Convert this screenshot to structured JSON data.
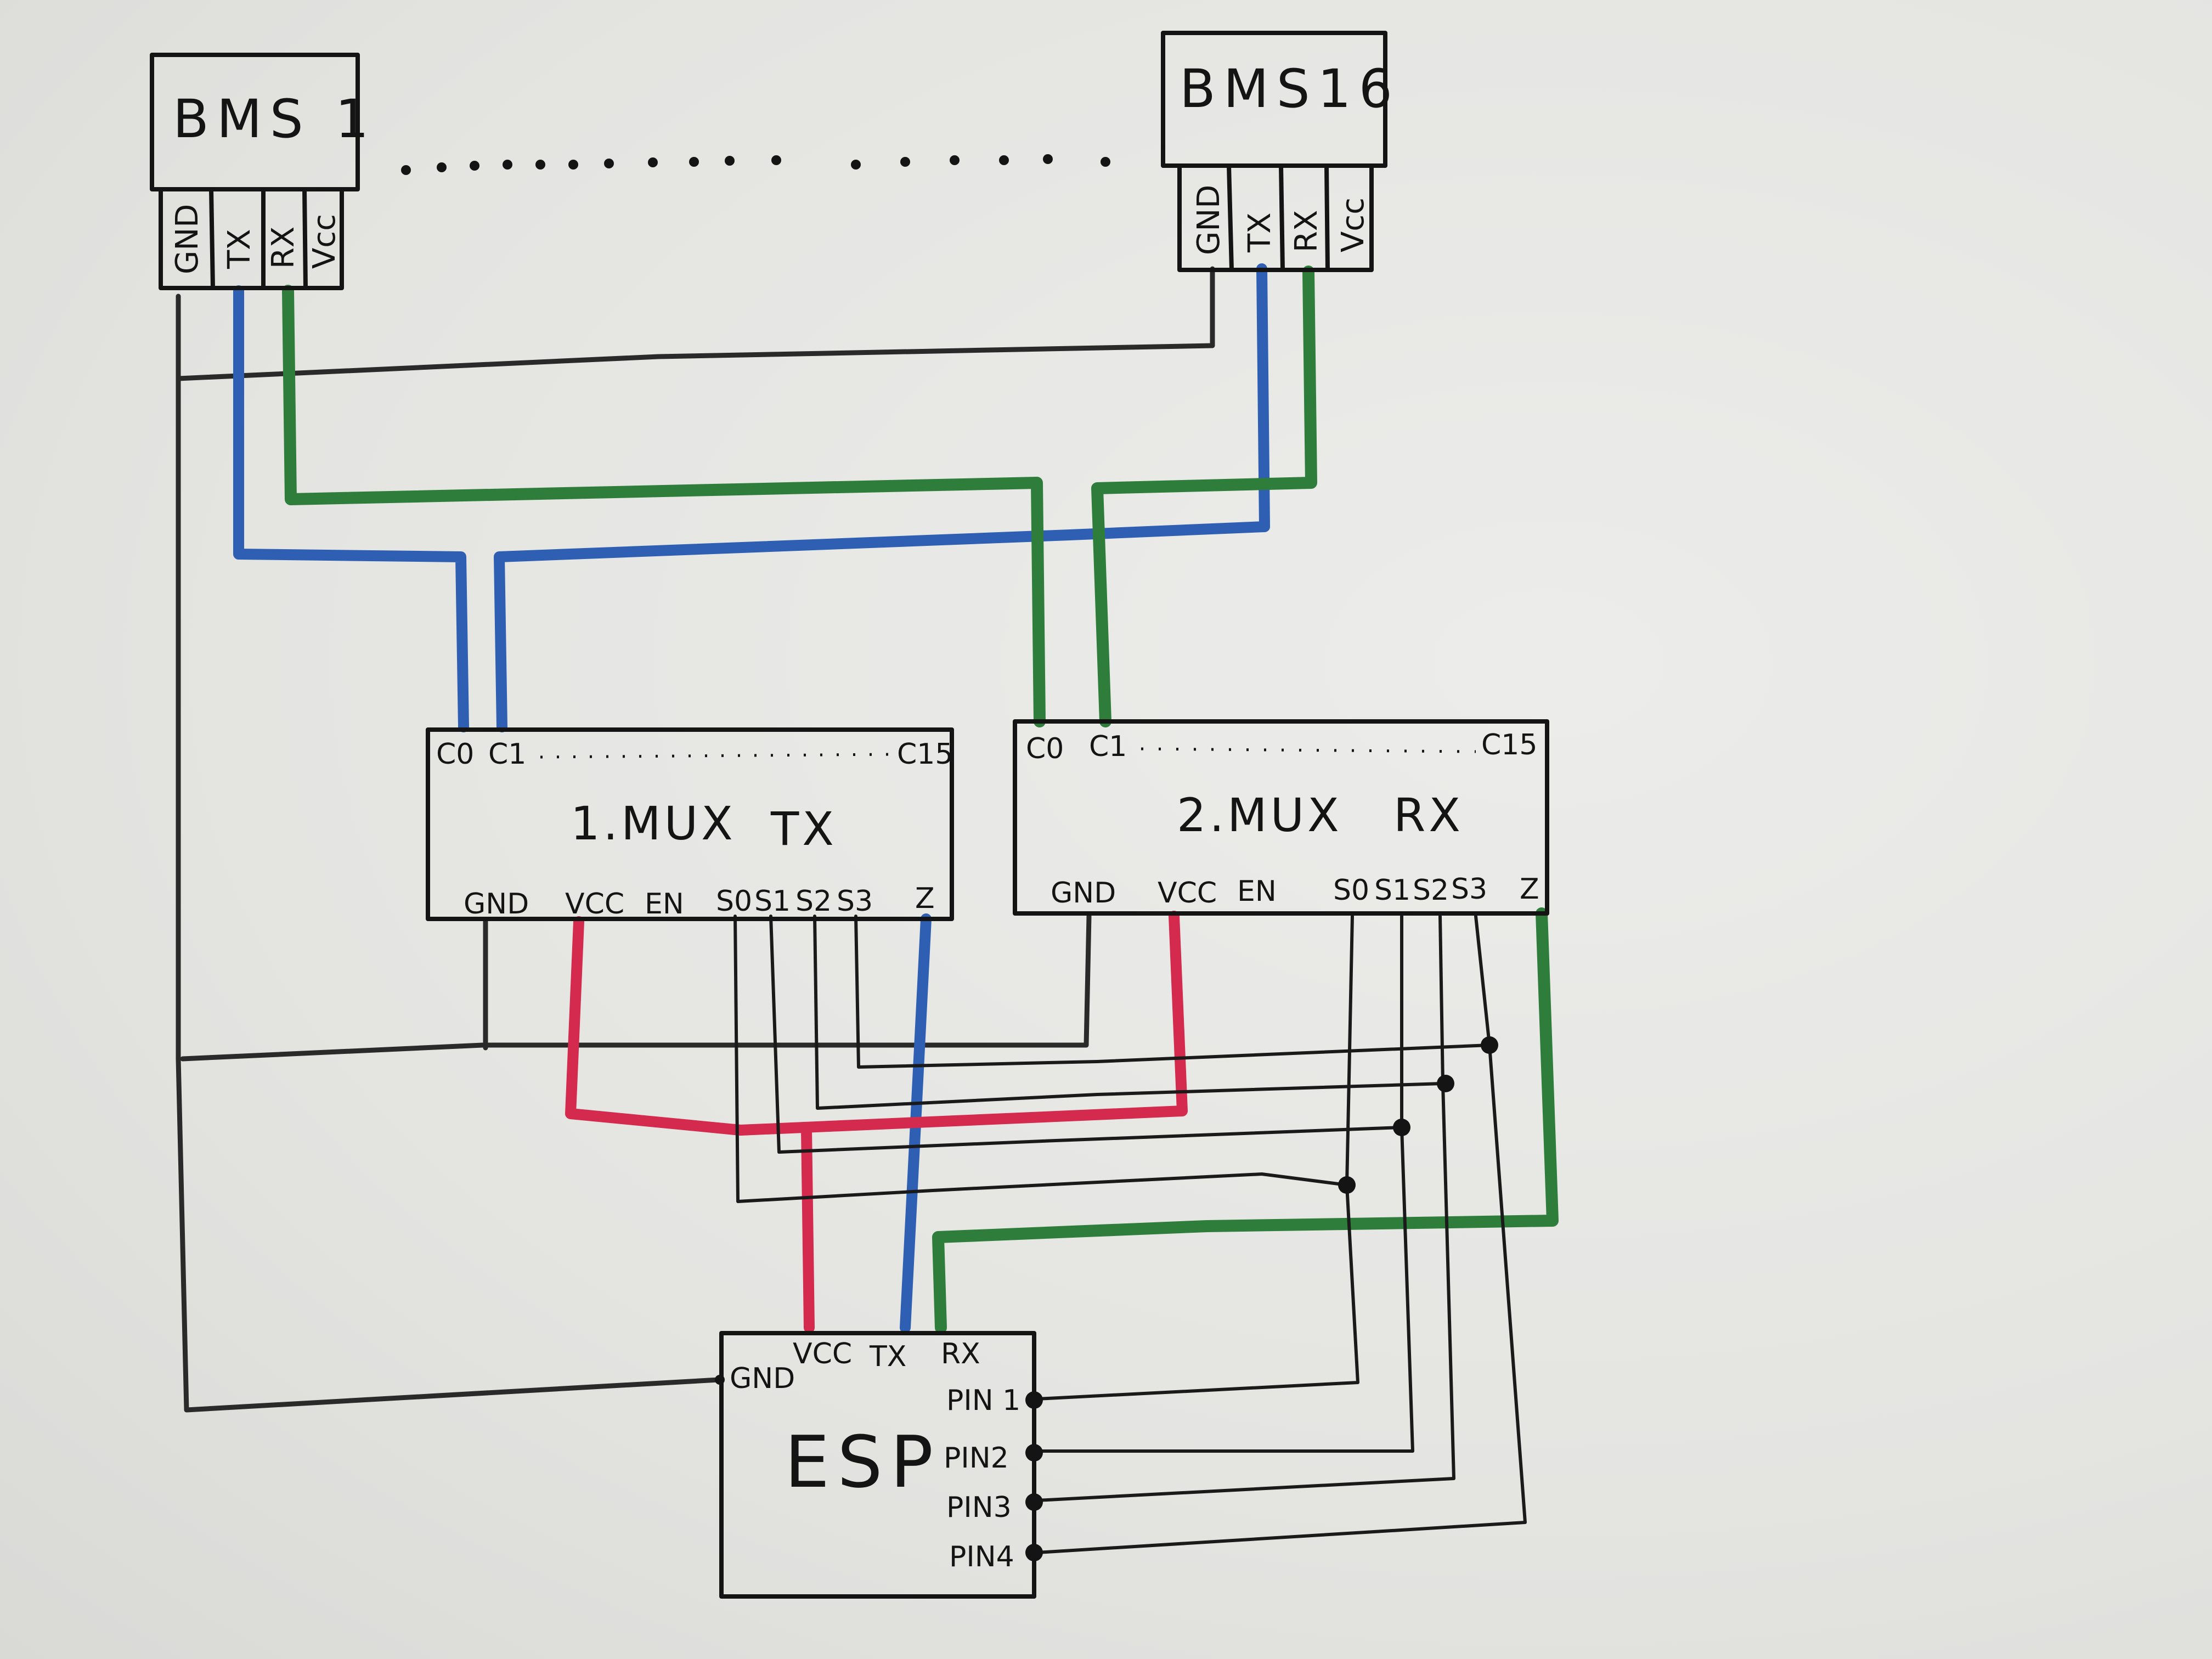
{
  "diagram": {
    "title": "BMS to ESP via two 16-channel multiplexers (hand-drawn wiring sketch)",
    "ellipsis_between_bms": "BMS 2 … BMS 15 (dotted)",
    "colors": {
      "ground": "#1a1a1a",
      "tx": "#2f5fb3",
      "rx": "#2e7d3a",
      "vcc": "#d42a4e",
      "select": "#1a1a1a"
    }
  },
  "bms1": {
    "label": "BMS 1",
    "pins": [
      "GND",
      "TX",
      "RX",
      "Vcc"
    ]
  },
  "bms16": {
    "label": "BMS16",
    "pins": [
      "GND",
      "TX",
      "RX",
      "Vcc"
    ]
  },
  "mux1": {
    "label": "1.MUX",
    "role": "TX",
    "top_pins": {
      "c0": "C0",
      "c1": "C1",
      "c15": "C15"
    },
    "bottom_pins": [
      "GND",
      "VCC",
      "EN",
      "S0",
      "S1",
      "S2",
      "S3",
      "Z"
    ]
  },
  "mux2": {
    "label": "2.MUX",
    "role": "RX",
    "top_pins": {
      "c0": "C0",
      "c1": "C1",
      "c15": "C15"
    },
    "bottom_pins": [
      "GND",
      "VCC",
      "EN",
      "S0",
      "S1",
      "S2",
      "S3",
      "Z"
    ]
  },
  "esp": {
    "label": "ESP",
    "top_pins": [
      "GND",
      "VCC",
      "TX",
      "RX"
    ],
    "right_pins": [
      "PIN 1",
      "PIN2",
      "PIN3",
      "PIN4"
    ]
  },
  "connections": [
    {
      "from": "BMS1.TX",
      "to": "MUX1.C0",
      "color": "blue"
    },
    {
      "from": "BMS16.TX",
      "to": "MUX1.C1",
      "color": "blue"
    },
    {
      "from": "BMS1.RX",
      "to": "MUX2.C0",
      "color": "green"
    },
    {
      "from": "BMS16.RX",
      "to": "MUX2.C1",
      "color": "green"
    },
    {
      "from": "BMS1.GND",
      "to": "BMS16.GND",
      "color": "black"
    },
    {
      "from": "BMS1.GND",
      "to": "ESP.GND",
      "color": "black"
    },
    {
      "from": "MUX1.GND",
      "to": "GND bus",
      "color": "black"
    },
    {
      "from": "MUX2.GND",
      "to": "GND bus",
      "color": "black"
    },
    {
      "from": "MUX1.VCC",
      "to": "ESP.VCC",
      "color": "red"
    },
    {
      "from": "MUX2.VCC",
      "to": "ESP.VCC",
      "color": "red"
    },
    {
      "from": "MUX1.Z",
      "to": "ESP.TX",
      "color": "blue"
    },
    {
      "from": "MUX2.Z",
      "to": "ESP.RX",
      "color": "green"
    },
    {
      "from": "MUX1.S0 + MUX2.S0",
      "to": "ESP.PIN 1",
      "color": "black"
    },
    {
      "from": "MUX1.S1 + MUX2.S1",
      "to": "ESP.PIN2",
      "color": "black"
    },
    {
      "from": "MUX1.S2 + MUX2.S2",
      "to": "ESP.PIN3",
      "color": "black"
    },
    {
      "from": "MUX1.S3 + MUX2.S3",
      "to": "ESP.PIN4",
      "color": "black"
    }
  ]
}
